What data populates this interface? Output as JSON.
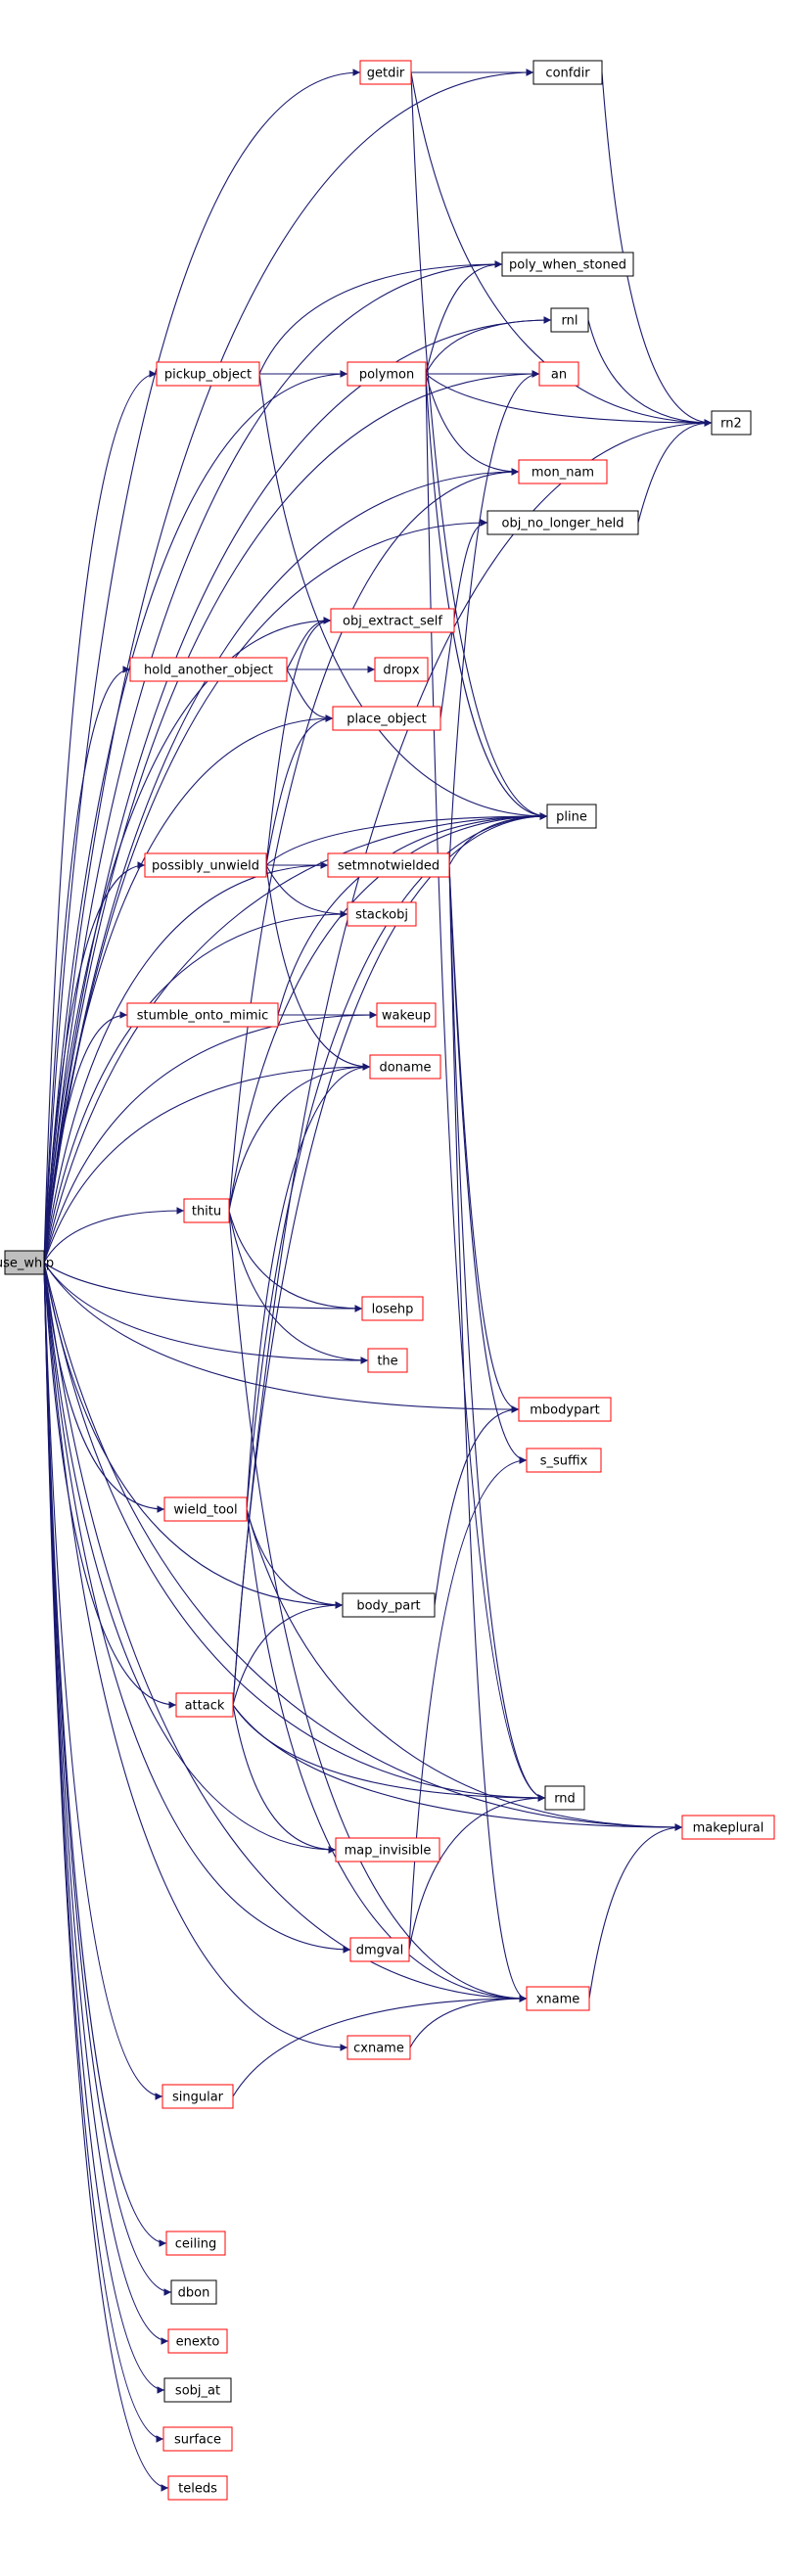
{
  "graph": {
    "colors": {
      "edge": "#191970",
      "node_red": "#ff0000",
      "node_black": "#000000",
      "root_fill": "#bfbfbf",
      "text": "#000000"
    },
    "nodes": [
      {
        "id": "use_whip",
        "label": "use_whip",
        "style": "root"
      },
      {
        "id": "getdir",
        "label": "getdir",
        "style": "red"
      },
      {
        "id": "confdir",
        "label": "confdir",
        "style": "black"
      },
      {
        "id": "poly_when_stoned",
        "label": "poly_when_stoned",
        "style": "black"
      },
      {
        "id": "rnl",
        "label": "rnl",
        "style": "black"
      },
      {
        "id": "pickup_object",
        "label": "pickup_object",
        "style": "red"
      },
      {
        "id": "polymon",
        "label": "polymon",
        "style": "red"
      },
      {
        "id": "an",
        "label": "an",
        "style": "red"
      },
      {
        "id": "rn2",
        "label": "rn2",
        "style": "black"
      },
      {
        "id": "mon_nam",
        "label": "mon_nam",
        "style": "red"
      },
      {
        "id": "obj_no_longer_held",
        "label": "obj_no_longer_held",
        "style": "black"
      },
      {
        "id": "obj_extract_self",
        "label": "obj_extract_self",
        "style": "red"
      },
      {
        "id": "hold_another_object",
        "label": "hold_another_object",
        "style": "red"
      },
      {
        "id": "dropx",
        "label": "dropx",
        "style": "red"
      },
      {
        "id": "place_object",
        "label": "place_object",
        "style": "red"
      },
      {
        "id": "pline",
        "label": "pline",
        "style": "black"
      },
      {
        "id": "possibly_unwield",
        "label": "possibly_unwield",
        "style": "red"
      },
      {
        "id": "setmnotwielded",
        "label": "setmnotwielded",
        "style": "red"
      },
      {
        "id": "stackobj",
        "label": "stackobj",
        "style": "red"
      },
      {
        "id": "stumble_onto_mimic",
        "label": "stumble_onto_mimic",
        "style": "red"
      },
      {
        "id": "wakeup",
        "label": "wakeup",
        "style": "red"
      },
      {
        "id": "doname",
        "label": "doname",
        "style": "red"
      },
      {
        "id": "thitu",
        "label": "thitu",
        "style": "red"
      },
      {
        "id": "losehp",
        "label": "losehp",
        "style": "red"
      },
      {
        "id": "the",
        "label": "the",
        "style": "red"
      },
      {
        "id": "mbodypart",
        "label": "mbodypart",
        "style": "red"
      },
      {
        "id": "s_suffix",
        "label": "s_suffix",
        "style": "red"
      },
      {
        "id": "wield_tool",
        "label": "wield_tool",
        "style": "red"
      },
      {
        "id": "body_part",
        "label": "body_part",
        "style": "black"
      },
      {
        "id": "attack",
        "label": "attack",
        "style": "red"
      },
      {
        "id": "rnd",
        "label": "rnd",
        "style": "black"
      },
      {
        "id": "makeplural",
        "label": "makeplural",
        "style": "red"
      },
      {
        "id": "map_invisible",
        "label": "map_invisible",
        "style": "red"
      },
      {
        "id": "dmgval",
        "label": "dmgval",
        "style": "red"
      },
      {
        "id": "xname",
        "label": "xname",
        "style": "red"
      },
      {
        "id": "cxname",
        "label": "cxname",
        "style": "red"
      },
      {
        "id": "singular",
        "label": "singular",
        "style": "red"
      },
      {
        "id": "ceiling",
        "label": "ceiling",
        "style": "red"
      },
      {
        "id": "dbon",
        "label": "dbon",
        "style": "black"
      },
      {
        "id": "enexto",
        "label": "enexto",
        "style": "red"
      },
      {
        "id": "sobj_at",
        "label": "sobj_at",
        "style": "black"
      },
      {
        "id": "surface",
        "label": "surface",
        "style": "red"
      },
      {
        "id": "teleds",
        "label": "teleds",
        "style": "red"
      }
    ],
    "edges": [
      [
        "use_whip",
        "getdir"
      ],
      [
        "use_whip",
        "confdir"
      ],
      [
        "use_whip",
        "poly_when_stoned"
      ],
      [
        "use_whip",
        "rnl"
      ],
      [
        "use_whip",
        "pickup_object"
      ],
      [
        "use_whip",
        "polymon"
      ],
      [
        "use_whip",
        "an"
      ],
      [
        "use_whip",
        "mon_nam"
      ],
      [
        "use_whip",
        "obj_no_longer_held"
      ],
      [
        "use_whip",
        "obj_extract_self"
      ],
      [
        "use_whip",
        "hold_another_object"
      ],
      [
        "use_whip",
        "place_object"
      ],
      [
        "use_whip",
        "pline"
      ],
      [
        "use_whip",
        "possibly_unwield"
      ],
      [
        "use_whip",
        "setmnotwielded"
      ],
      [
        "use_whip",
        "stackobj"
      ],
      [
        "use_whip",
        "stumble_onto_mimic"
      ],
      [
        "use_whip",
        "wakeup"
      ],
      [
        "use_whip",
        "doname"
      ],
      [
        "use_whip",
        "thitu"
      ],
      [
        "use_whip",
        "losehp"
      ],
      [
        "use_whip",
        "the"
      ],
      [
        "use_whip",
        "mbodypart"
      ],
      [
        "use_whip",
        "wield_tool"
      ],
      [
        "use_whip",
        "body_part"
      ],
      [
        "use_whip",
        "attack"
      ],
      [
        "use_whip",
        "map_invisible"
      ],
      [
        "use_whip",
        "rnd"
      ],
      [
        "use_whip",
        "dmgval"
      ],
      [
        "use_whip",
        "xname"
      ],
      [
        "use_whip",
        "cxname"
      ],
      [
        "use_whip",
        "singular"
      ],
      [
        "use_whip",
        "makeplural"
      ],
      [
        "use_whip",
        "ceiling"
      ],
      [
        "use_whip",
        "dbon"
      ],
      [
        "use_whip",
        "enexto"
      ],
      [
        "use_whip",
        "sobj_at"
      ],
      [
        "use_whip",
        "surface"
      ],
      [
        "use_whip",
        "teleds"
      ],
      [
        "getdir",
        "confdir"
      ],
      [
        "getdir",
        "rn2"
      ],
      [
        "getdir",
        "pline"
      ],
      [
        "confdir",
        "rn2"
      ],
      [
        "rnl",
        "rn2"
      ],
      [
        "pickup_object",
        "polymon"
      ],
      [
        "pickup_object",
        "an"
      ],
      [
        "pickup_object",
        "pline"
      ],
      [
        "pickup_object",
        "poly_when_stoned"
      ],
      [
        "polymon",
        "poly_when_stoned"
      ],
      [
        "polymon",
        "rnl"
      ],
      [
        "polymon",
        "an"
      ],
      [
        "polymon",
        "rn2"
      ],
      [
        "polymon",
        "mon_nam"
      ],
      [
        "polymon",
        "pline"
      ],
      [
        "polymon",
        "rnd"
      ],
      [
        "obj_no_longer_held",
        "rn2"
      ],
      [
        "hold_another_object",
        "obj_extract_self"
      ],
      [
        "hold_another_object",
        "dropx"
      ],
      [
        "hold_another_object",
        "place_object"
      ],
      [
        "place_object",
        "obj_no_longer_held"
      ],
      [
        "possibly_unwield",
        "obj_extract_self"
      ],
      [
        "possibly_unwield",
        "place_object"
      ],
      [
        "possibly_unwield",
        "setmnotwielded"
      ],
      [
        "possibly_unwield",
        "stackobj"
      ],
      [
        "possibly_unwield",
        "pline"
      ],
      [
        "possibly_unwield",
        "doname"
      ],
      [
        "setmnotwielded",
        "pline"
      ],
      [
        "setmnotwielded",
        "an"
      ],
      [
        "setmnotwielded",
        "mbodypart"
      ],
      [
        "setmnotwielded",
        "s_suffix"
      ],
      [
        "setmnotwielded",
        "xname"
      ],
      [
        "setmnotwielded",
        "rnd"
      ],
      [
        "stumble_onto_mimic",
        "wakeup"
      ],
      [
        "stumble_onto_mimic",
        "pline"
      ],
      [
        "thitu",
        "doname"
      ],
      [
        "thitu",
        "losehp"
      ],
      [
        "thitu",
        "the"
      ],
      [
        "thitu",
        "pline"
      ],
      [
        "thitu",
        "mon_nam"
      ],
      [
        "thitu",
        "xname"
      ],
      [
        "wield_tool",
        "doname"
      ],
      [
        "wield_tool",
        "body_part"
      ],
      [
        "wield_tool",
        "pline"
      ],
      [
        "wield_tool",
        "xname"
      ],
      [
        "wield_tool",
        "makeplural"
      ],
      [
        "body_part",
        "mbodypart"
      ],
      [
        "attack",
        "body_part"
      ],
      [
        "attack",
        "map_invisible"
      ],
      [
        "attack",
        "rnd"
      ],
      [
        "attack",
        "pline"
      ],
      [
        "attack",
        "rn2"
      ],
      [
        "attack",
        "makeplural"
      ],
      [
        "dmgval",
        "rnd"
      ],
      [
        "dmgval",
        "s_suffix"
      ],
      [
        "xname",
        "makeplural"
      ],
      [
        "cxname",
        "xname"
      ],
      [
        "singular",
        "xname"
      ]
    ]
  }
}
